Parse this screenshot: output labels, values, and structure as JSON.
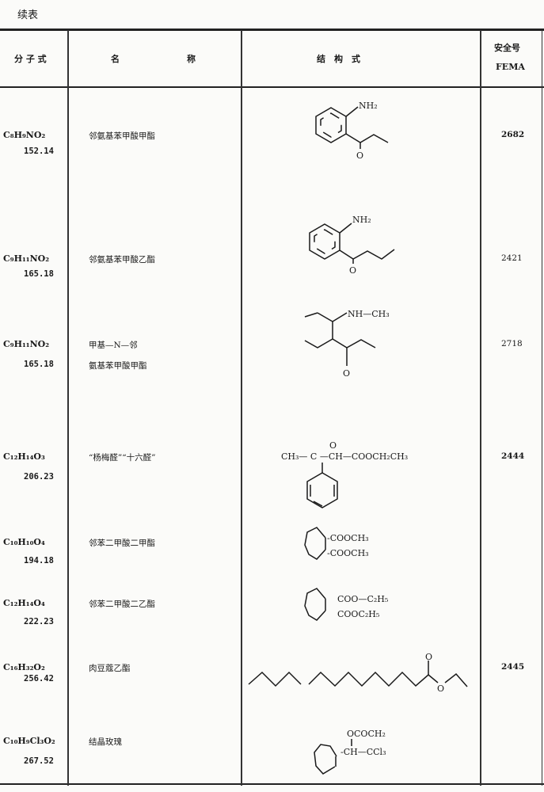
{
  "caption": "续表",
  "headers": {
    "formula": "分 子 式",
    "name_a": "名",
    "name_b": "称",
    "structure": "结　构　式",
    "fema_line1": "安全号",
    "fema_line2": "FEMA"
  },
  "rows": [
    {
      "formula": "C₈H₉NO₂",
      "mw": "152.14",
      "name": "邻氨基苯甲酸甲酯",
      "name2": "",
      "fema": "2682",
      "struct": {
        "a": "NH₂",
        "b": "O"
      }
    },
    {
      "formula": "C₉H₁₁NO₂",
      "mw": "165.18",
      "name": "邻氨基苯甲酸乙酯",
      "name2": "",
      "fema": "2421",
      "struct": {
        "a": "NH₂",
        "b": "O"
      }
    },
    {
      "formula": "C₉H₁₁NO₂",
      "mw": "165.18",
      "name": "甲基—N—邻",
      "name2": "氨基苯甲酸甲酯",
      "fema": "2718",
      "struct": {
        "a": "NH—CH₃",
        "b": "O"
      }
    },
    {
      "formula": "C₁₂H₁₄O₃",
      "mw": "206.23",
      "name": "“杨梅醛”“十六醛”",
      "name2": "",
      "fema": "2444",
      "struct": {
        "a": "CH₃—  C  —CH—COOCH₂CH₃",
        "b": "O"
      }
    },
    {
      "formula": "C₁₀H₁₀O₄",
      "mw": "194.18",
      "name": "邻苯二甲酸二甲酯",
      "name2": "",
      "fema": "",
      "struct": {
        "a": "-COOCH₃",
        "b": "-COOCH₃"
      }
    },
    {
      "formula": "C₁₂H₁₄O₄",
      "mw": "222.23",
      "name": "邻苯二甲酸二乙酯",
      "name2": "",
      "fema": "",
      "struct": {
        "a": "COO—C₂H₅",
        "b": "COOC₂H₅"
      }
    },
    {
      "formula": "C₁₆H₃₂O₂",
      "mw": "256.42",
      "name": "肉豆蔻乙酯",
      "name2": "",
      "fema": "2445",
      "struct": {
        "a": "O",
        "b": "O"
      }
    },
    {
      "formula": "C₁₀H₉Cl₃O₂",
      "mw": "267.52",
      "name": "结晶玫瑰",
      "name2": "",
      "fema": "",
      "struct": {
        "a": "OCOCH₂",
        "b": "-CH—CCl₃"
      }
    }
  ]
}
